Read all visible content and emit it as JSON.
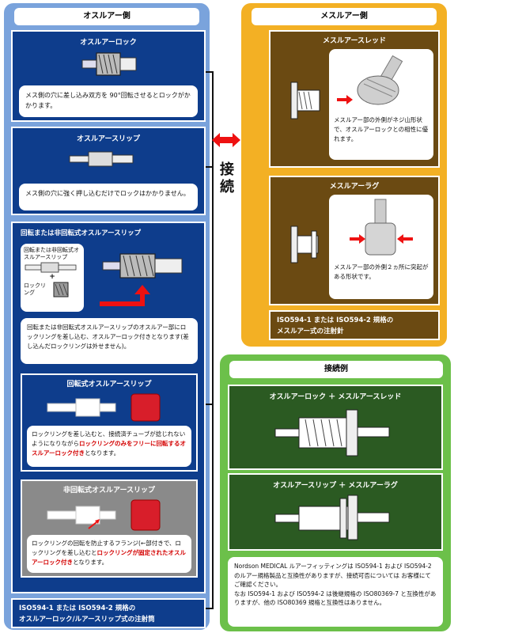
{
  "left": {
    "header": "オスルアー側",
    "lock": {
      "title": "オスルアーロック",
      "desc": "メス側の穴に差し込み双方を 90°回転させるとロックがかかります。"
    },
    "slip": {
      "title": "オスルアースリップ",
      "desc": "メス側の穴に強く押し込むだけでロックはかかりません。"
    },
    "rotating_group": {
      "title": "回転または非回転式オスルアースリップ",
      "part_label": "回転または非回転式オスルアースリップ",
      "plus": "+",
      "ring_label": "ロックリング",
      "desc": "回転または非回転式オスルアースリップのオスルアー部にロックリングを差し込む、オスルアーロック付きとなります(差し込んだロックリングは外せません)。"
    },
    "rotating": {
      "title": "回転式オスルアースリップ",
      "desc_pre": "ロックリングを差し込むと、接続済チューブが捻じれないようになりながら",
      "desc_red": "ロックリングのみをフリーに回転するオスルアーロック付き",
      "desc_post": "となります。"
    },
    "nonrotating": {
      "title": "非回転式オスルアースリップ",
      "desc_pre": "ロックリングの回転を防止するフランジ(←部付きで、ロックリングを差し込むと",
      "desc_red": "ロックリングが固定されたオスルアーロック付き",
      "desc_post": "となります。"
    },
    "footer": "ISO594-1 または ISO594-2 規格の\nオスルアーロック/ルアースリップ式の注射筒"
  },
  "connect_label": "接続",
  "right": {
    "header": "メスルアー側",
    "thread": {
      "title": "メスルアースレッド",
      "desc": "メスルアー部の外側がネジ山形状で、オスルアーロックとの相性に優れます。"
    },
    "lug": {
      "title": "メスルアーラグ",
      "desc": "メスルアー部の外側２ヵ所に突起がある形状です。"
    },
    "footer": "ISO594-1 または ISO594-2 規格の\nメスルアー式の注射針"
  },
  "examples": {
    "header": "接続例",
    "ex1": "オスルアーロック ＋ メスルアースレッド",
    "ex2": "オスルアースリップ ＋ メスルアーラグ",
    "note1": "Nordson MEDICAL ルアーフィッティングは ISO594-1 および ISO594-2 のルアー規格製品と互換性がありますが、接続可否については お客様にてご確認ください。",
    "note2": "なお ISO594-1 および ISO594-2 は後継規格の ISO80369-7 と互換性がありますが、他の ISO80369 規格と互換性はありません。"
  },
  "colors": {
    "left_bg": "#7aa3dc",
    "right_bg": "#f3b024",
    "example_bg": "#6cc04a",
    "navy": "#0e3d8c",
    "brown": "#6b4a12",
    "dark_green": "#2b5a22",
    "accent_red": "#d40000"
  }
}
